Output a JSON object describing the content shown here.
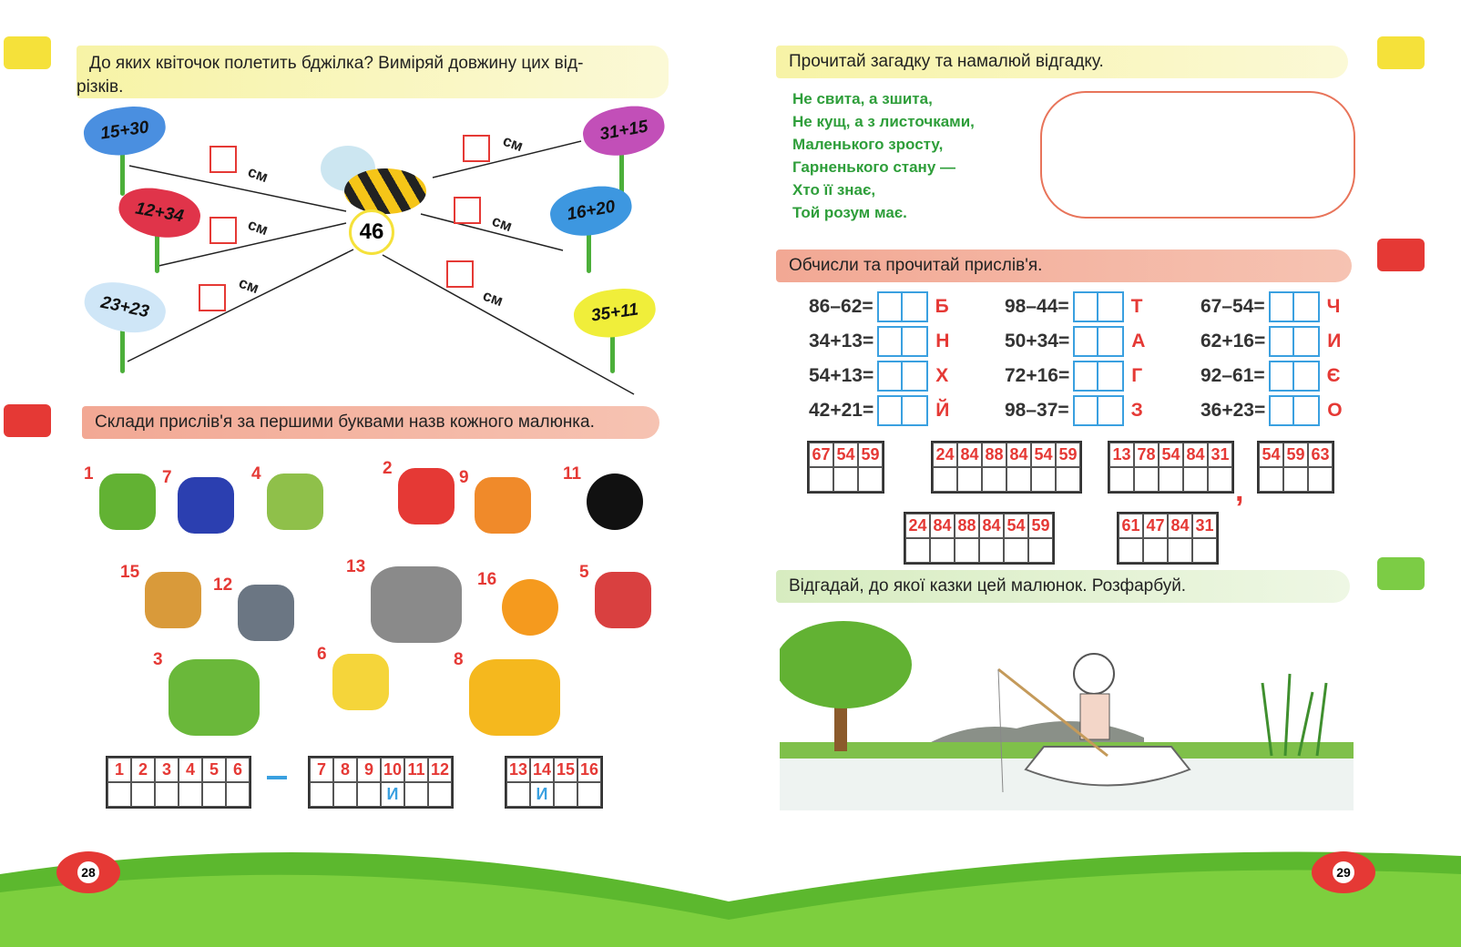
{
  "left_page": {
    "task1": {
      "title": "До яких квіточок полетить бджілка? Виміряй довжину цих від-",
      "title_cont": "різків.",
      "bee_number": "46",
      "unit": "см",
      "flowers": [
        {
          "label": "15+30",
          "color": "#4a8fe0"
        },
        {
          "label": "12+34",
          "color": "#e0344a"
        },
        {
          "label": "23+23",
          "color": "#cfe6f7"
        },
        {
          "label": "31+15",
          "color": "#c24fb8"
        },
        {
          "label": "16+20",
          "color": "#3d97e0"
        },
        {
          "label": "35+11",
          "color": "#f0ee3a"
        }
      ]
    },
    "task2": {
      "title": "Склади прислів'я за першими буквами назв кожного малюнка.",
      "pictures": [
        {
          "n": "1",
          "icon": "tree-icon"
        },
        {
          "n": "7",
          "icon": "bicycle-icon"
        },
        {
          "n": "4",
          "icon": "frog-icon"
        },
        {
          "n": "2",
          "icon": "rocket-icon"
        },
        {
          "n": "9",
          "icon": "fox-icon"
        },
        {
          "n": "11",
          "icon": "wheel-icon"
        },
        {
          "n": "15",
          "icon": "lion-icon"
        },
        {
          "n": "12",
          "icon": "shark-icon"
        },
        {
          "n": "13",
          "icon": "elephant-icon"
        },
        {
          "n": "16",
          "icon": "orange-icon"
        },
        {
          "n": "5",
          "icon": "drum-icon"
        },
        {
          "n": "3",
          "icon": "snake-icon"
        },
        {
          "n": "6",
          "icon": "pineapple-icon"
        },
        {
          "n": "8",
          "icon": "excavator-icon"
        }
      ],
      "dash": "–",
      "tables": [
        {
          "cells": [
            "1",
            "2",
            "3",
            "4",
            "5",
            "6"
          ],
          "answers": [
            "",
            "",
            "",
            "",
            "",
            ""
          ]
        },
        {
          "cells": [
            "7",
            "8",
            "9",
            "10",
            "11",
            "12"
          ],
          "answers": [
            "",
            "",
            "",
            "И",
            "",
            ""
          ]
        },
        {
          "cells": [
            "13",
            "14",
            "15",
            "16"
          ],
          "answers": [
            "",
            "И",
            "",
            ""
          ]
        }
      ]
    },
    "page_number": "28"
  },
  "right_page": {
    "task3": {
      "title": "Прочитай загадку та намалюй відгадку.",
      "riddle": [
        "Не свита, а зшита,",
        "Не кущ, а з листочками,",
        "Маленького зросту,",
        "Гарненького стану —",
        "Хто її знає,",
        "Той розум має."
      ]
    },
    "task4": {
      "title": "Обчисли та прочитай прислів'я.",
      "equations": [
        [
          "86–62=",
          "Б"
        ],
        [
          "98–44=",
          "Т"
        ],
        [
          "67–54=",
          "Ч"
        ],
        [
          "34+13=",
          "Н"
        ],
        [
          "50+34=",
          "А"
        ],
        [
          "62+16=",
          "И"
        ],
        [
          "54+13=",
          "Х"
        ],
        [
          "72+16=",
          "Г"
        ],
        [
          "92–61=",
          "Є"
        ],
        [
          "42+21=",
          "Й"
        ],
        [
          "98–37=",
          "З"
        ],
        [
          "36+23=",
          "О"
        ]
      ],
      "comma": ",",
      "tables": [
        [
          "67",
          "54",
          "59"
        ],
        [
          "24",
          "84",
          "88",
          "84",
          "54",
          "59"
        ],
        [
          "13",
          "78",
          "54",
          "84",
          "31"
        ],
        [
          "54",
          "59",
          "63"
        ],
        [
          "24",
          "84",
          "88",
          "84",
          "54",
          "59"
        ],
        [
          "61",
          "47",
          "84",
          "31"
        ]
      ]
    },
    "task5": {
      "title": "Відгадай, до якої казки цей малюнок. Розфарбуй."
    },
    "page_number": "29"
  },
  "colors": {
    "accent_red": "#e53935",
    "answer_blue": "#3aa0e0",
    "riddle_green": "#2e9e3a",
    "grass": "#5cb82e"
  }
}
